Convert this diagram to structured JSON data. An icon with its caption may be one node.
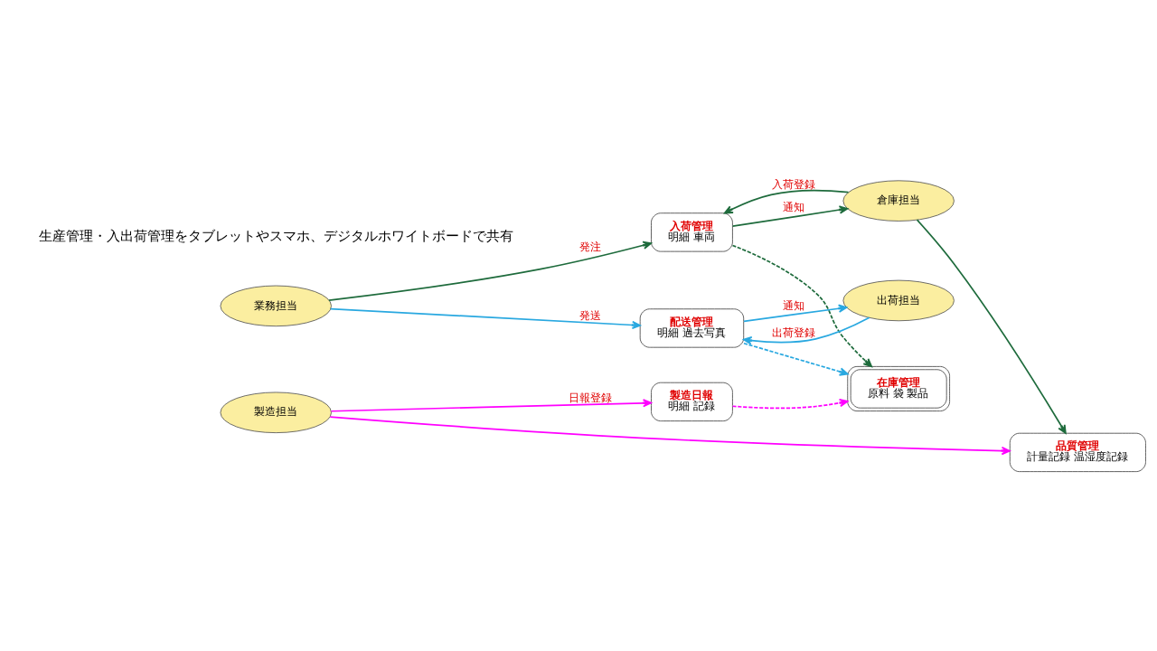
{
  "diagram": {
    "nodes": [
      {
        "text": [
          "業務担当"
        ]
      },
      {
        "text": [
          "入荷管理",
          "明細 車両"
        ]
      },
      {
        "text": [
          "倉庫担当"
        ]
      },
      {
        "text": [
          "品質管理",
          "計量記録 温湿度記録"
        ]
      },
      {
        "text": [
          "在庫管理",
          "原料 袋 製品"
        ]
      },
      {
        "text": [
          "製造日報",
          "明細 記録"
        ]
      },
      {
        "text": [
          "製造担当"
        ]
      },
      {
        "text": [
          "配送管理",
          "明細 過去写真"
        ]
      },
      {
        "text": [
          "出荷担当"
        ]
      }
    ],
    "edges": [
      {
        "from": 0,
        "to": 1,
        "arrow": "to",
        "label": "発注"
      },
      {
        "from": 1,
        "to": 2,
        "arrow": "to",
        "label": "通知"
      },
      {
        "from": 2,
        "to": 1,
        "arrow": "to",
        "label": "入荷登録"
      },
      {
        "from": 2,
        "to": 3,
        "arrow": "to"
      },
      {
        "from": 1,
        "to": 4,
        "arrow": "to",
        "style": "dashed"
      },
      {
        "from": 6,
        "to": 3,
        "arrow": "to",
        "color": "#ff00ff"
      },
      {
        "from": 6,
        "to": 5,
        "arrow": "to",
        "label": "日報登録",
        "color": "#ff00ff"
      },
      {
        "from": 5,
        "to": 4,
        "arrow": "to",
        "style": "dashed",
        "color": "#ff00ff"
      },
      {
        "from": 0,
        "to": 7,
        "arrow": "to",
        "label": "発送",
        "color": "#29a8e0"
      },
      {
        "from": 8,
        "to": 7,
        "arrow": "to",
        "label": "出荷登録",
        "color": "#29a8e0"
      },
      {
        "from": 7,
        "to": 8,
        "arrow": "to",
        "label": "通知",
        "color": "#29a8e0"
      },
      {
        "from": 7,
        "to": 4,
        "arrow": "to",
        "style": "dashed",
        "color": "#29a8e0"
      }
    ],
    "labels": [
      "生産管理・入出荷管理をタブレットやスマホ、デジタルホワイトボードで共有"
    ]
  }
}
